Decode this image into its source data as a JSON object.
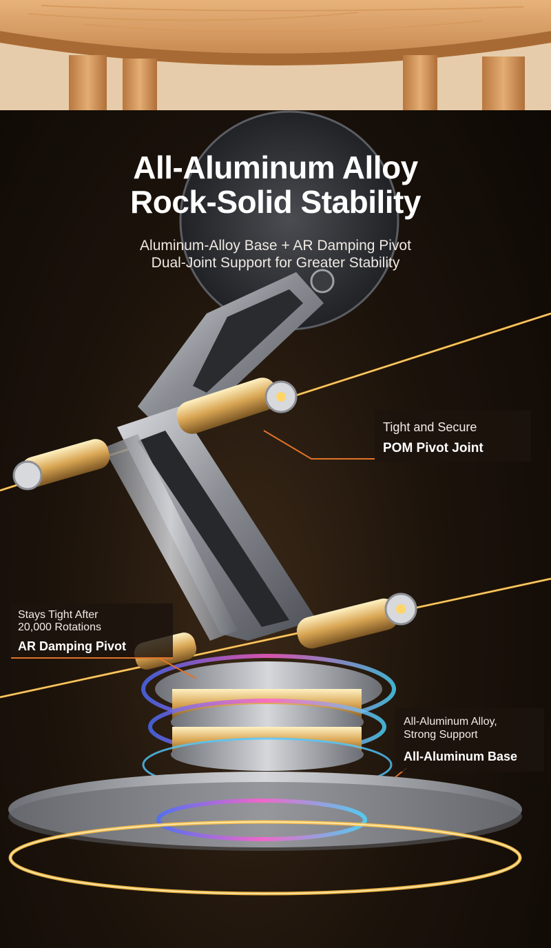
{
  "hero": {
    "title_line1": "All-Aluminum Alloy",
    "title_line2": "Rock-Solid Stability",
    "subtitle_line1": "Aluminum-Alloy Base + AR Damping Pivot",
    "subtitle_line2": "Dual-Joint Support for Greater Stability"
  },
  "callouts": {
    "pom": {
      "desc": "Tight and Secure",
      "title": "POM Pivot Joint"
    },
    "damping": {
      "desc_line1": "Stays Tight After",
      "desc_line2": "20,000 Rotations",
      "title": "AR Damping Pivot"
    },
    "base": {
      "desc_line1": "All-Aluminum Alloy,",
      "desc_line2": "Strong Support",
      "title": "All-Aluminum Base"
    }
  },
  "colors": {
    "accent": "#e2742a",
    "light_beam": "#ffc54a",
    "background": "#1c130b"
  }
}
